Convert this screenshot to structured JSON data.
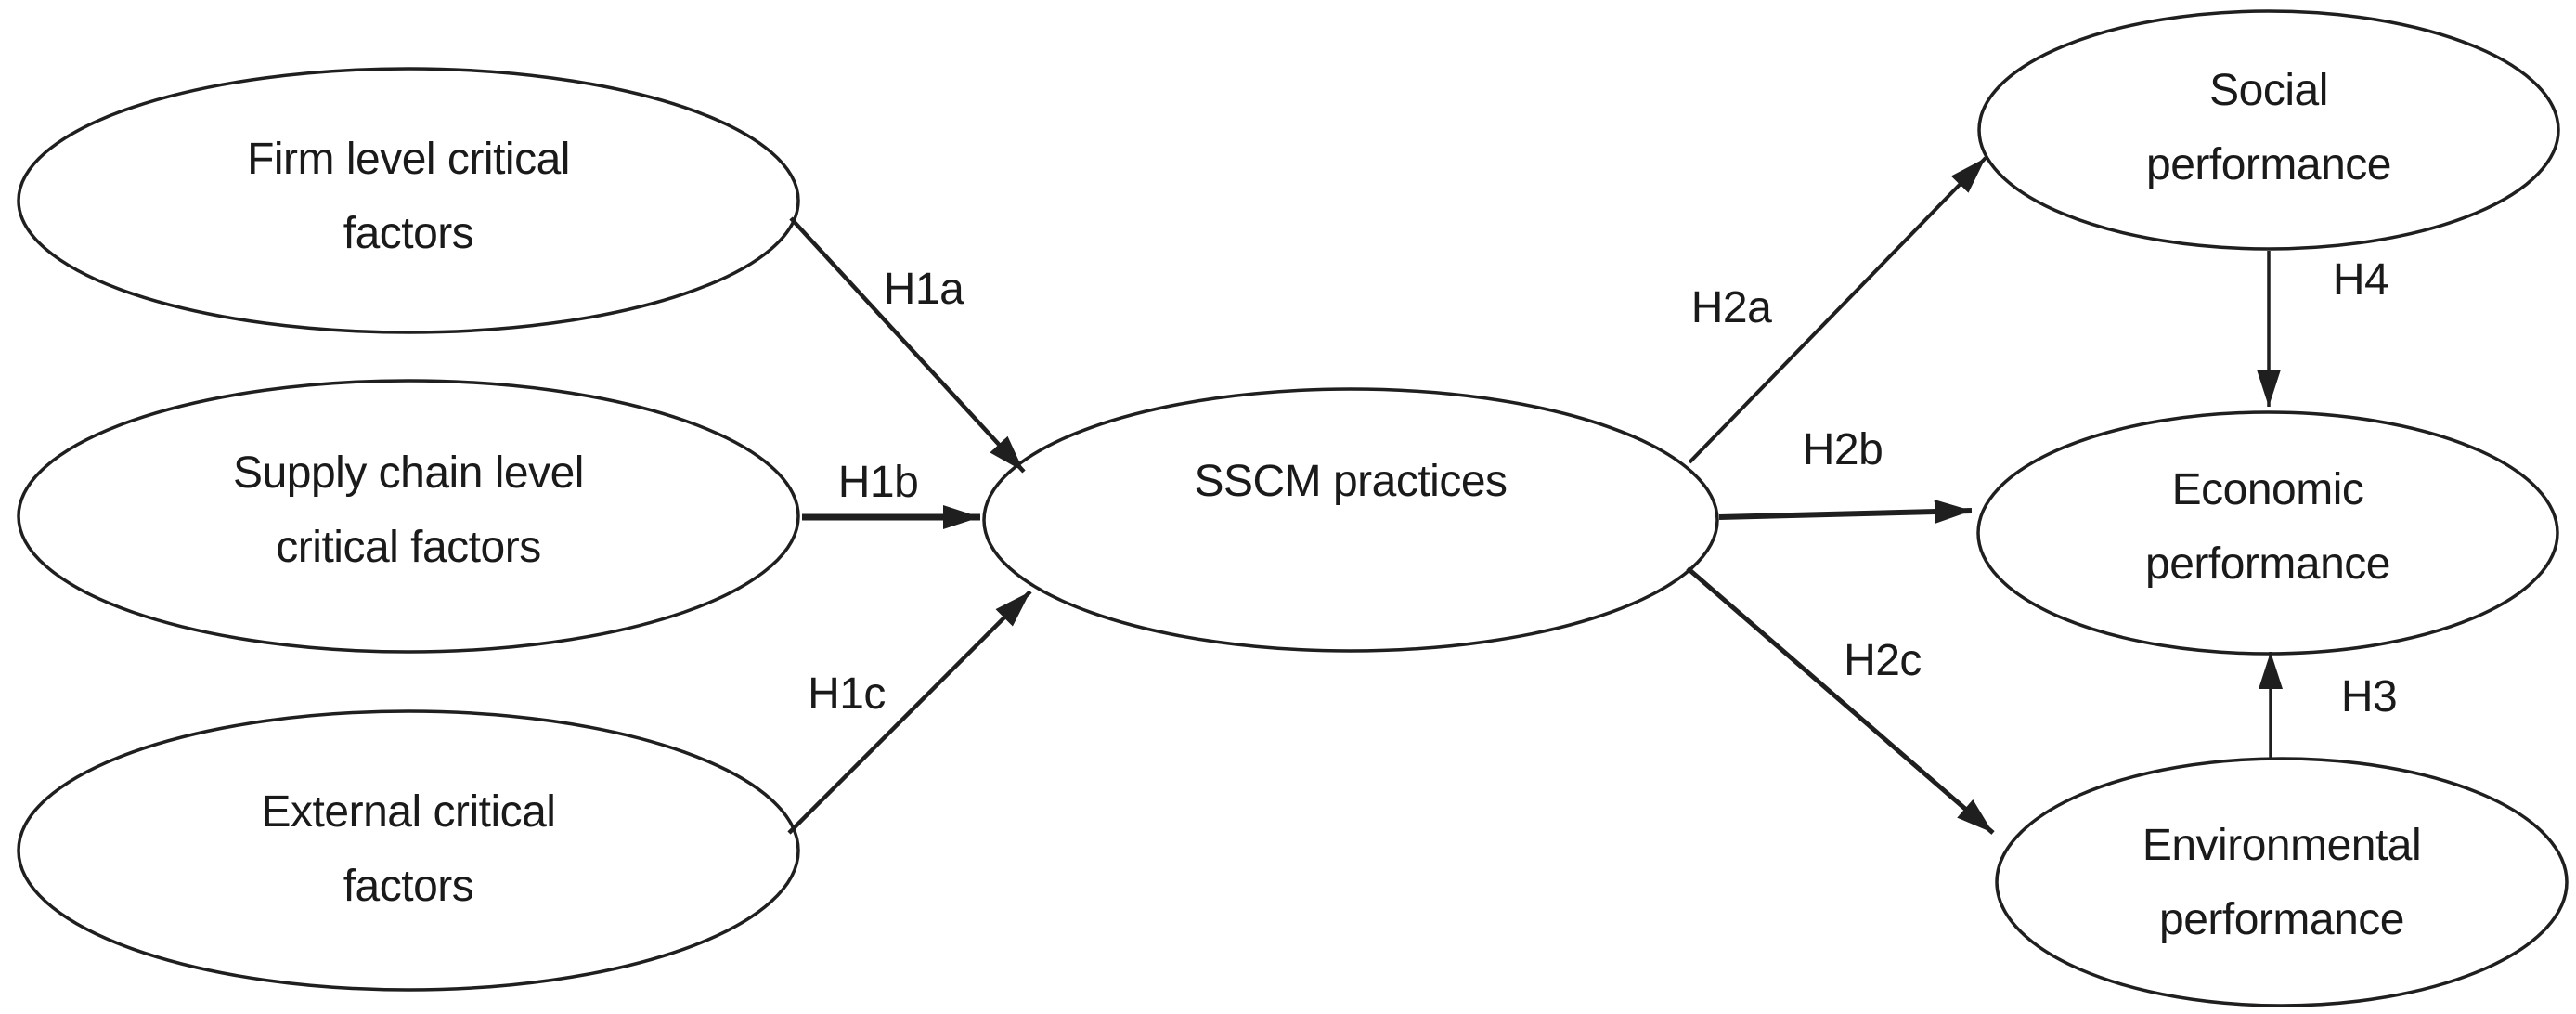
{
  "diagram": {
    "type": "conceptual-model",
    "colors": {
      "background": "#ffffff",
      "stroke": "#1f1f1f",
      "text": "#1a1a1a"
    },
    "nodes": {
      "firm": {
        "label": "Firm level critical\nfactors"
      },
      "supply": {
        "label": "Supply chain level\ncritical factors"
      },
      "external": {
        "label": "External critical\nfactors"
      },
      "sscm": {
        "label": "SSCM practices"
      },
      "social": {
        "label": "Social\nperformance"
      },
      "economic": {
        "label": "Economic\nperformance"
      },
      "environmental": {
        "label": "Environmental\nperformance"
      }
    },
    "hypotheses": {
      "h1a": "H1a",
      "h1b": "H1b",
      "h1c": "H1c",
      "h2a": "H2a",
      "h2b": "H2b",
      "h2c": "H2c",
      "h3": "H3",
      "h4": "H4"
    },
    "edges": [
      {
        "from": "firm",
        "to": "sscm",
        "label": "H1a"
      },
      {
        "from": "supply",
        "to": "sscm",
        "label": "H1b"
      },
      {
        "from": "external",
        "to": "sscm",
        "label": "H1c"
      },
      {
        "from": "sscm",
        "to": "social",
        "label": "H2a"
      },
      {
        "from": "sscm",
        "to": "economic",
        "label": "H2b"
      },
      {
        "from": "sscm",
        "to": "environmental",
        "label": "H2c"
      },
      {
        "from": "environmental",
        "to": "economic",
        "label": "H3"
      },
      {
        "from": "social",
        "to": "economic",
        "label": "H4"
      }
    ]
  }
}
